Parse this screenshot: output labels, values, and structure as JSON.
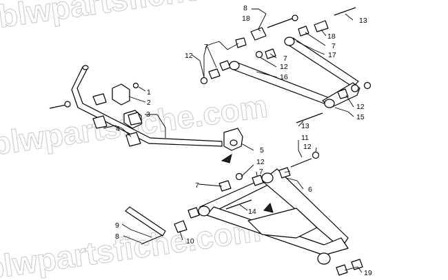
{
  "watermark": "blwpartsfiche.com",
  "callouts": {
    "n1": "1",
    "n2": "2",
    "n3": "3",
    "n4": "4",
    "n5": "5",
    "n6": "6",
    "n7a": "7",
    "n7b": "7",
    "n7c": "7",
    "n7d": "7",
    "n7e": "7",
    "n8a": "8",
    "n8b": "8",
    "n9": "9",
    "n10": "10",
    "n11": "11",
    "n12a": "12",
    "n12b": "12",
    "n12c": "12",
    "n12d": "12",
    "n12e": "12",
    "n13a": "13",
    "n13b": "13",
    "n14": "14",
    "n15": "15",
    "n16": "16",
    "n17": "17",
    "n18a": "18",
    "n18b": "18",
    "n19": "19"
  }
}
